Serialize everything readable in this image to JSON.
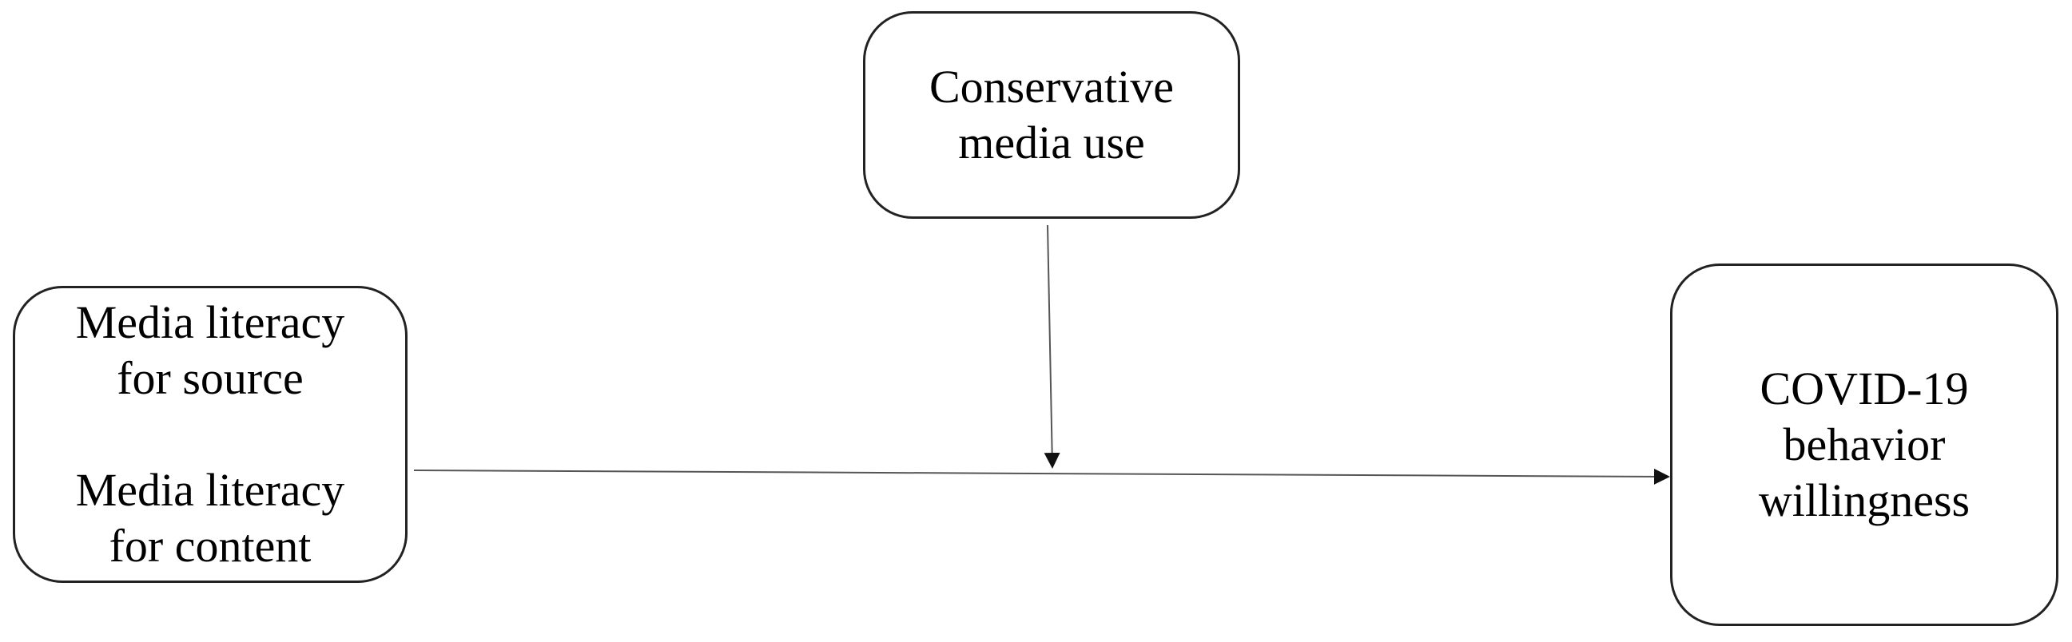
{
  "diagram": {
    "nodes": {
      "moderator": {
        "lines": [
          "Conservative",
          "media use"
        ]
      },
      "predictors": {
        "group1": [
          "Media literacy",
          "for source"
        ],
        "group2": [
          "Media literacy",
          "for content"
        ]
      },
      "outcome": {
        "lines": [
          "COVID-19",
          "behavior",
          "willingness"
        ]
      }
    },
    "edges": [
      {
        "from": "predictors",
        "to": "outcome",
        "type": "arrow"
      },
      {
        "from": "moderator",
        "to": "predictors-outcome-path",
        "type": "arrow"
      }
    ],
    "colors": {
      "stroke": "#222222",
      "background": "#ffffff",
      "text": "#000000"
    }
  }
}
